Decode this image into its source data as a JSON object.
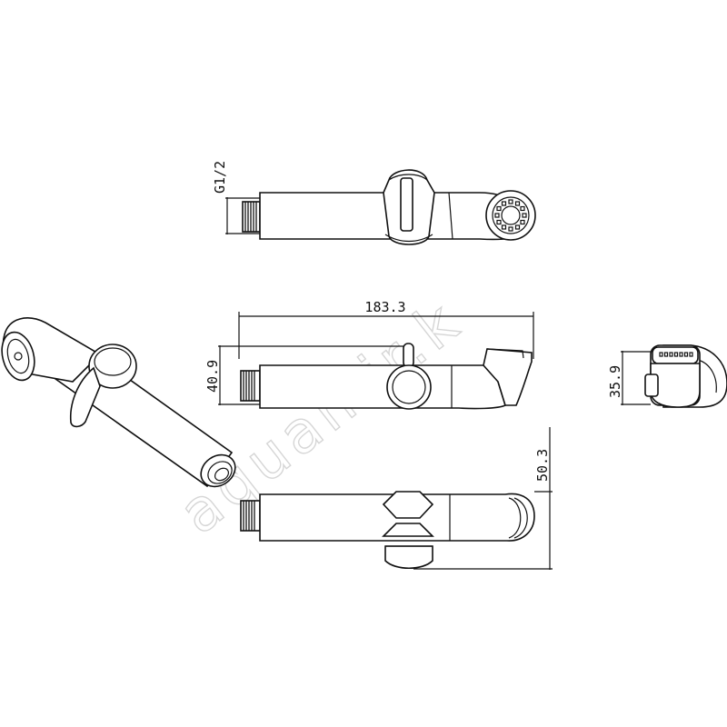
{
  "watermark": "aquamir.k",
  "dimensions": {
    "thread": "G1/2",
    "length": "183.3",
    "height": "40.9",
    "depth": "50.3",
    "head_width": "35.9"
  }
}
